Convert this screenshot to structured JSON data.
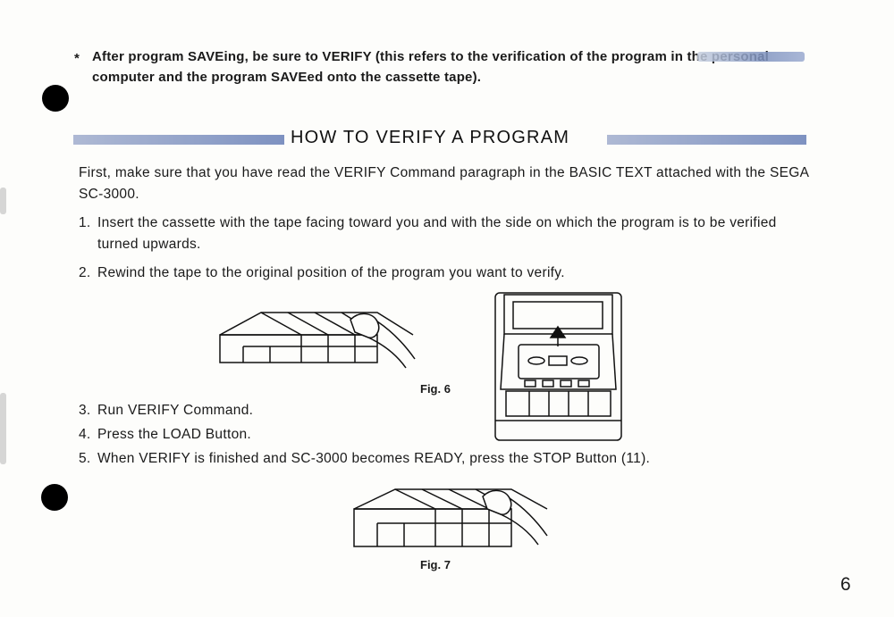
{
  "note": {
    "bullet": "*",
    "text": "After program SAVEing, be sure to VERIFY (this refers to the verification of the program in the personal computer and the program SAVEed onto the cassette tape)."
  },
  "heading": {
    "title": "HOW TO VERIFY A PROGRAM"
  },
  "intro": "First, make sure that you have read the VERIFY Command paragraph in the BASIC TEXT attached with the SEGA SC-3000.",
  "steps": [
    {
      "num": "1.",
      "text": "Insert the cassette with the tape facing toward you and with the side on which the program is to be verified turned upwards."
    },
    {
      "num": "2.",
      "text": "Rewind the tape to the original position of the program you want to verify."
    },
    {
      "num": "3.",
      "text": "Run VERIFY Command."
    },
    {
      "num": "4.",
      "text": "Press the LOAD Button."
    },
    {
      "num": "5.",
      "text": "When VERIFY is finished and SC-3000 becomes READY, press the STOP Button (11)."
    }
  ],
  "figures": {
    "fig6": "Fig. 6",
    "fig7": "Fig. 7"
  },
  "page_number": "6"
}
